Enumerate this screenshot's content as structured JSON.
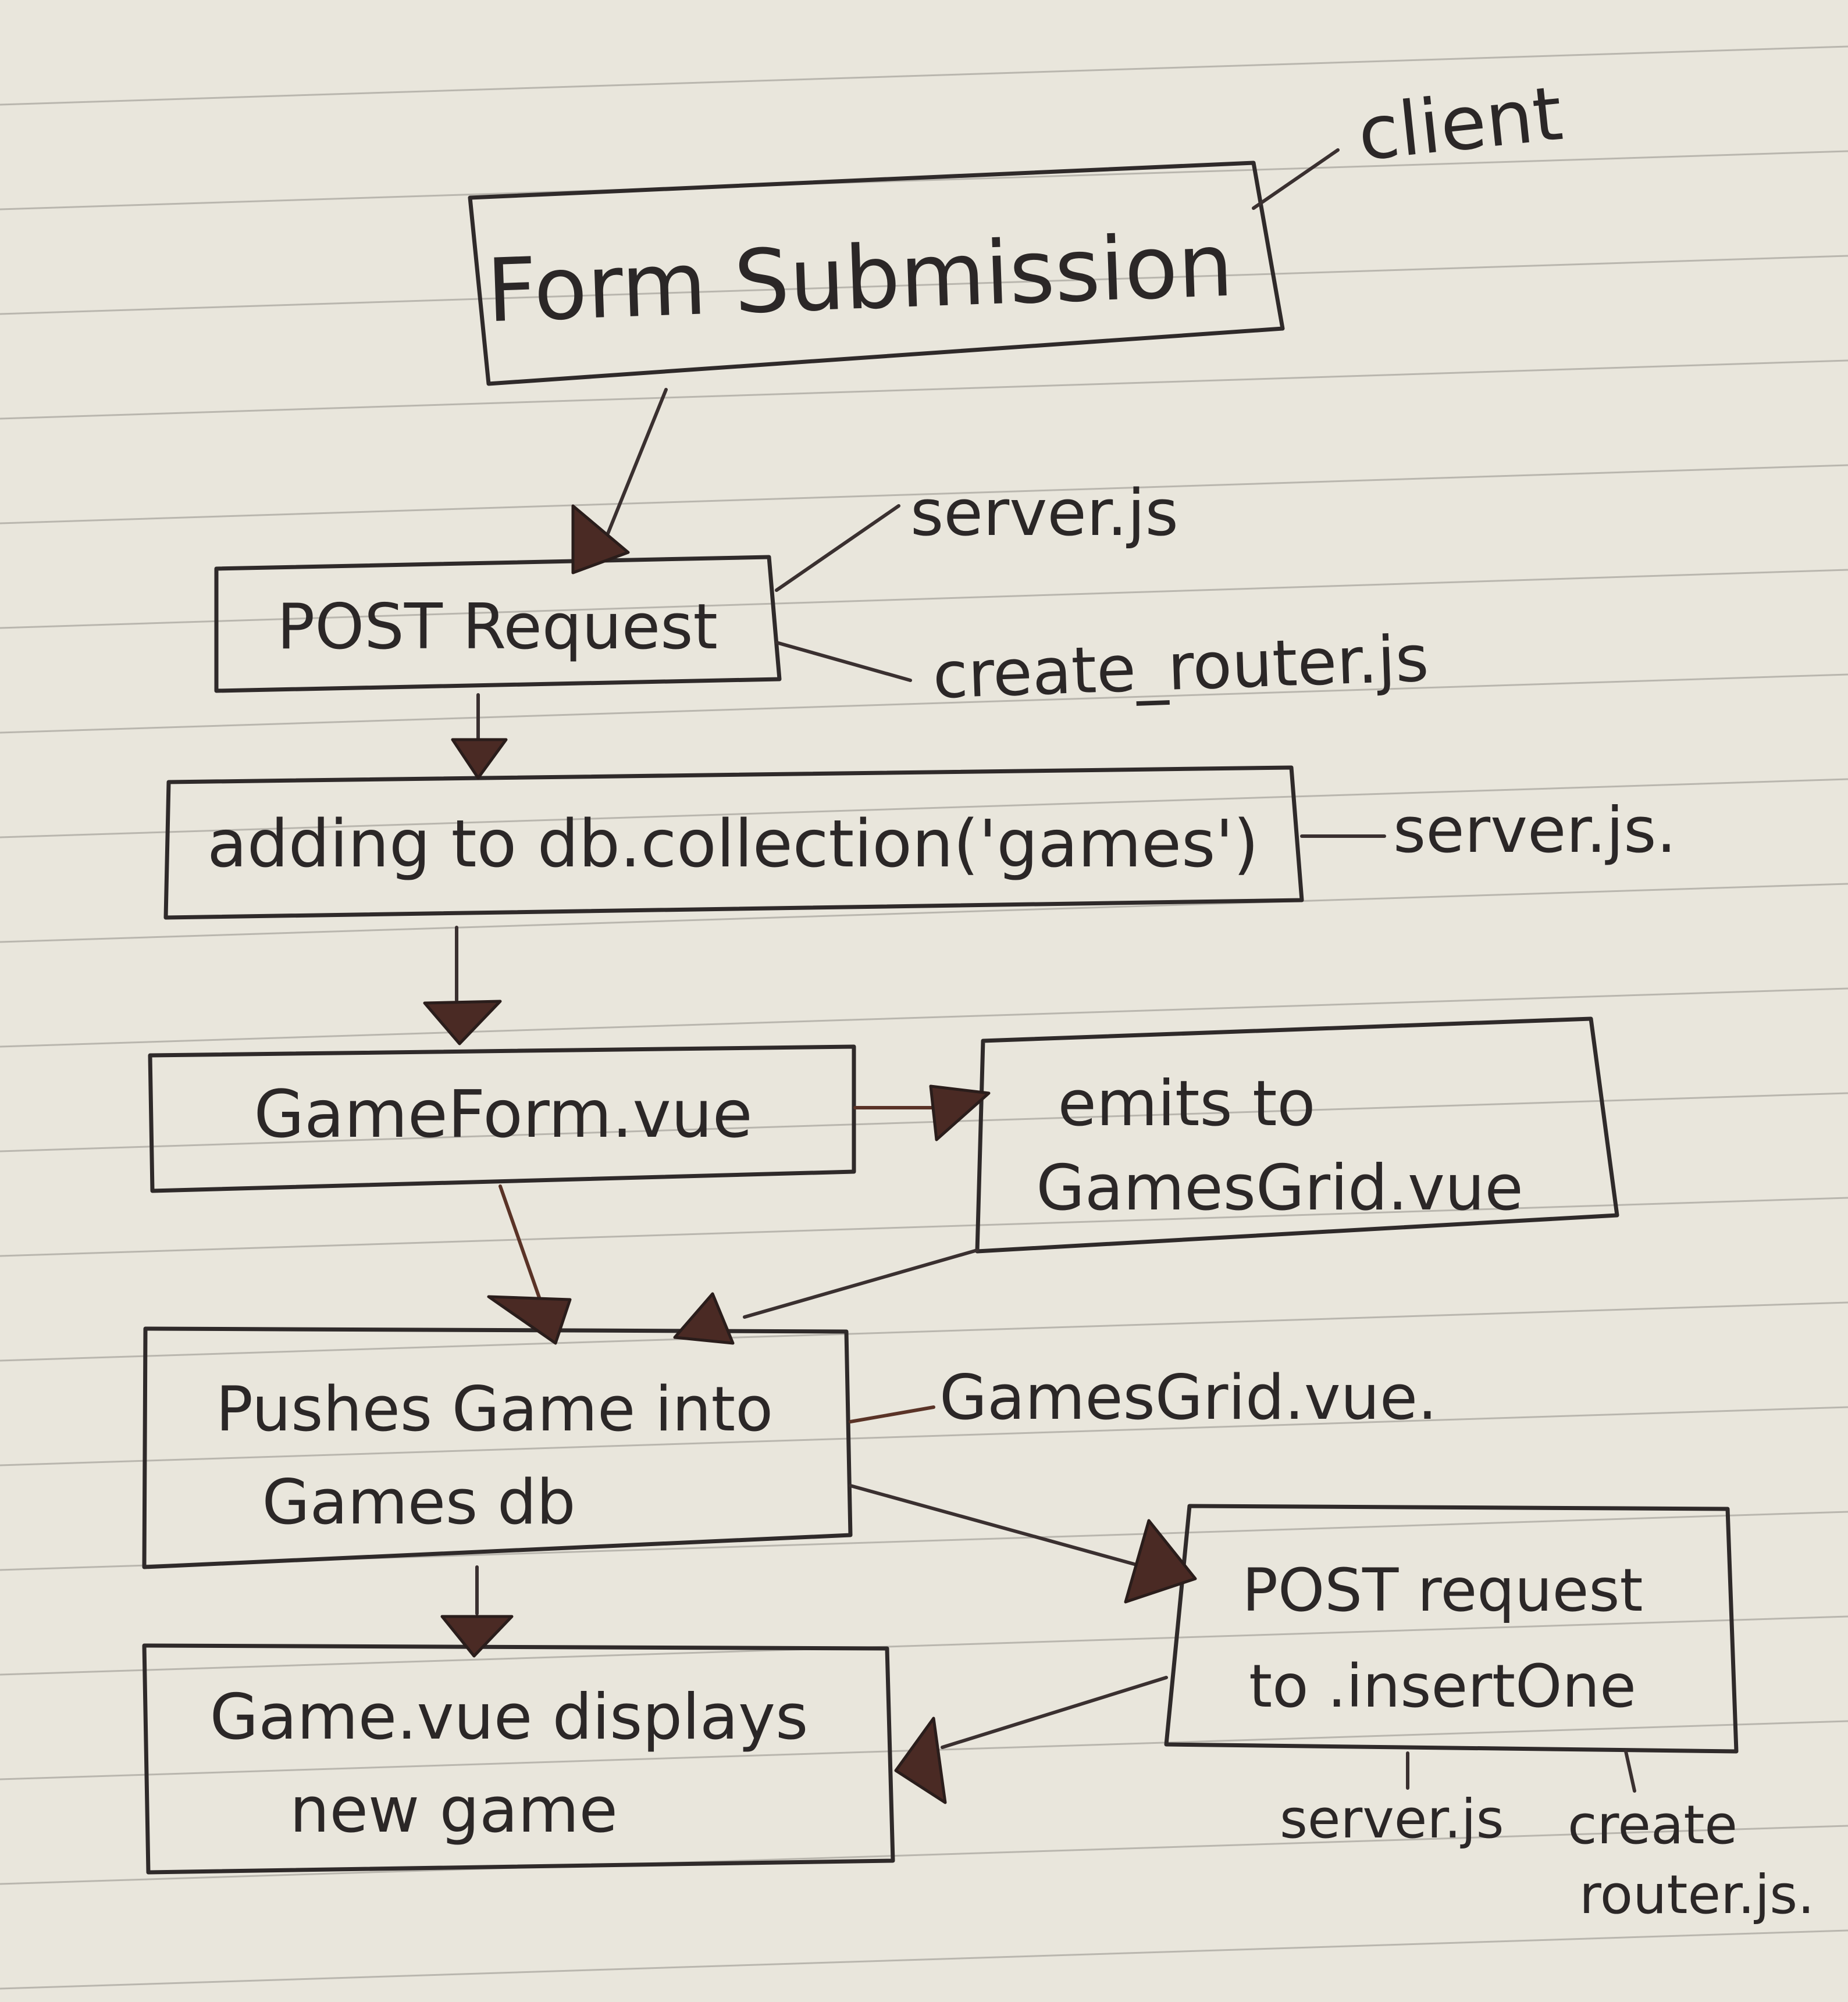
{
  "nodes": {
    "form_submission": "Form Submission",
    "post_request": "POST Request",
    "adding_to_db": "adding to db.collection('games')",
    "gameform_vue": "GameForm.vue",
    "emits_to_line1": "emits to",
    "emits_to_line2": "GamesGrid.vue",
    "pushes_line1": "Pushes Game into",
    "pushes_line2": "Games db",
    "game_vue_line1": "Game.vue displays",
    "game_vue_line2": "new game",
    "post_insert_line1": "POST request",
    "post_insert_line2": "to .insertOne"
  },
  "annotations": {
    "client": "client",
    "server_js_1": "server.js",
    "create_router_js": "create_router.js",
    "server_js_2": "server.js.",
    "gamesgrid_vue": "GamesGrid.vue.",
    "server_js_3": "server.js",
    "create_router_line1": "create",
    "create_router_line2": "router.js."
  },
  "colors": {
    "paper": "#e9e6dc",
    "ink": "#2b2727",
    "brown_marker": "#4a2a24",
    "ruled_line": "#b9b6ae"
  }
}
